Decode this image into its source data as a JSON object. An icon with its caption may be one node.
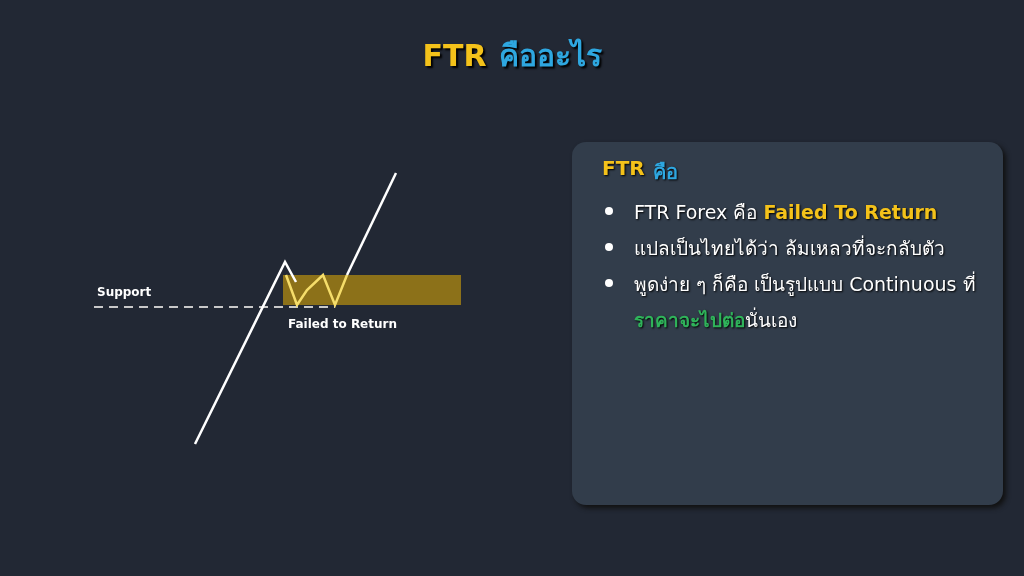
{
  "diagram": {
    "title": "FTR คืออะไร",
    "nodes": [
      {
        "text": [
          "FTR คือ",
          "FTR Forex คือ **Failed To Return**",
          "แปลเป็นไทยได้ว่า ล้มเหลวที่จะกลับตัว",
          "พูดง่าย ๆ ก็คือ เป็นรูปแบบ Continuous ที่**ราคาจะไปต่อ**นั่นเอง"
        ]
      }
    ],
    "labels": [
      "Support",
      "Failed to Return"
    ]
  }
}
